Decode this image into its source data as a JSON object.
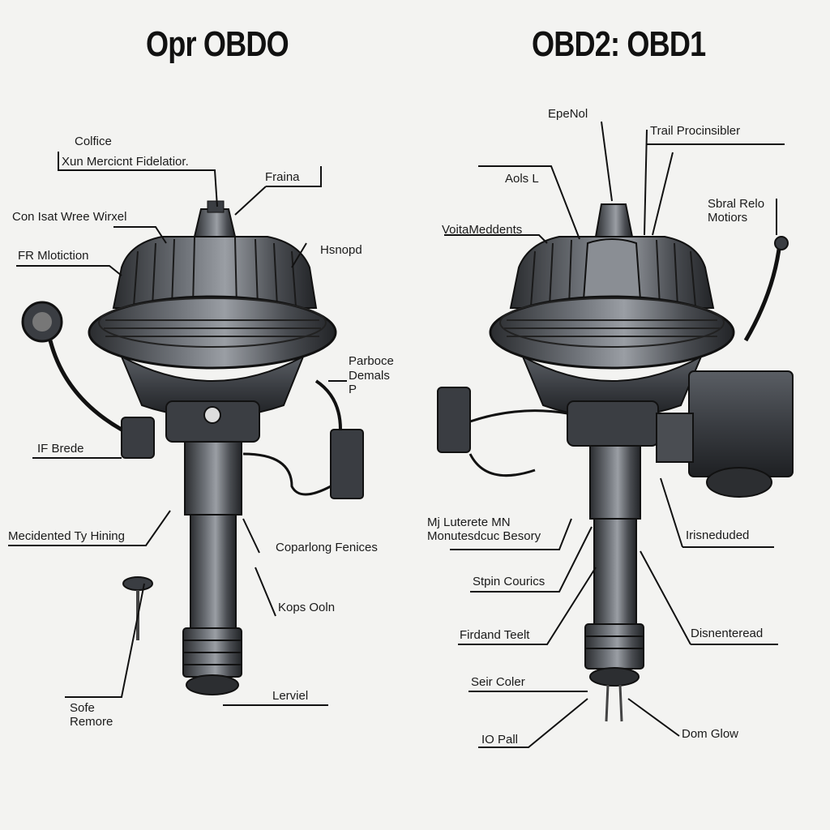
{
  "titles": {
    "left": "Opr OBDO",
    "right": "OBD2: OBD1"
  },
  "left_labels": {
    "colfice": "Colfice",
    "xun": "Xun Mercicnt Fidelatior.",
    "fraina": "Fraina",
    "con_isat": "Con Isat Wree Wirxel",
    "fr_mlotiction": "FR Mlotiction",
    "hsnopd": "Hsnopd",
    "parboce": "Parboce",
    "demals": "Demals",
    "p": "P",
    "if_brede": "IF Brede",
    "mecidented": "Mecidented Ty Hining",
    "coparlong": "Coparlong Fenices",
    "kops_ooln": "Kops Ooln",
    "sofe_remore": "Sofe\nRemore",
    "lerviel": "Lerviel"
  },
  "right_labels": {
    "epenol": "EpeNol",
    "trail": "Trail Procinsibler",
    "aols": "Aols L",
    "sbral": "Sbral Relo\nMotiors",
    "voita": "VoitaMeddents",
    "my_luterete": "Mj Luterete MN\nMonutesdcuc Besory",
    "irisneduded": "Irisneduded",
    "stpin": "Stpin Courics",
    "firdand": "Firdand Teelt",
    "disnenteread": "Disnenteread",
    "seir_coler": "Seir Coler",
    "io_pall": "IO Pall",
    "dom_glow": "Dom Glow"
  },
  "colors": {
    "background": "#f3f3f1",
    "metal_dark": "#2b2d30",
    "metal_mid": "#4a4d52",
    "metal_light": "#8a8e94",
    "line": "#111111"
  }
}
